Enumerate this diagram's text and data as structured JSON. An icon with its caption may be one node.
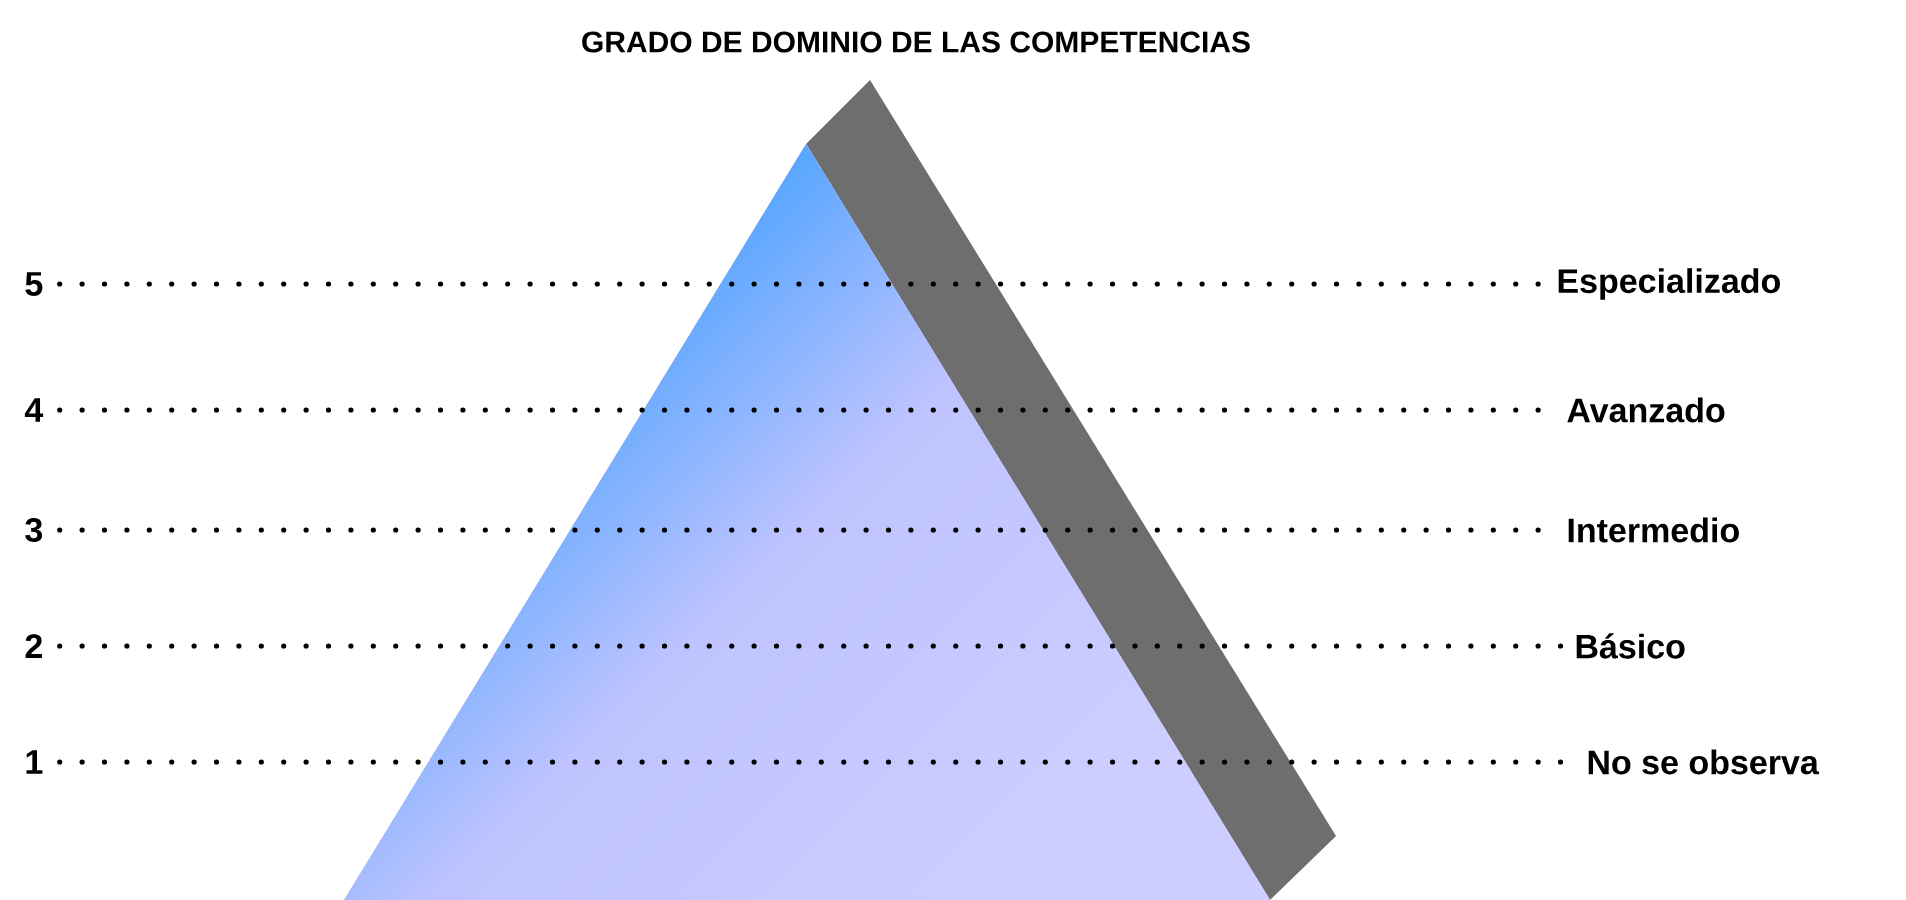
{
  "diagram": {
    "title": "GRADO DE DOMINIO DE LAS COMPETENCIAS",
    "nodes": [
      {
        "text": [
          "5"
        ]
      },
      {
        "text": [
          "Especializado"
        ]
      },
      {
        "text": [
          "4"
        ]
      },
      {
        "text": [
          "Avanzado"
        ]
      },
      {
        "text": [
          "3"
        ]
      },
      {
        "text": [
          "Intermedio"
        ]
      },
      {
        "text": [
          "2"
        ]
      },
      {
        "text": [
          "Básico"
        ]
      },
      {
        "text": [
          "1"
        ]
      },
      {
        "text": [
          "No se observa"
        ]
      }
    ],
    "edges": [
      {
        "from": 0,
        "to": 1,
        "arrow": "none",
        "style": "dashed"
      },
      {
        "from": 2,
        "to": 3,
        "arrow": "none",
        "style": "dashed"
      },
      {
        "from": 4,
        "to": 5,
        "arrow": "none",
        "style": "dashed"
      },
      {
        "from": 6,
        "to": 7,
        "arrow": "none",
        "style": "dashed"
      },
      {
        "from": 8,
        "to": 9,
        "arrow": "none",
        "style": "dashed"
      }
    ]
  }
}
